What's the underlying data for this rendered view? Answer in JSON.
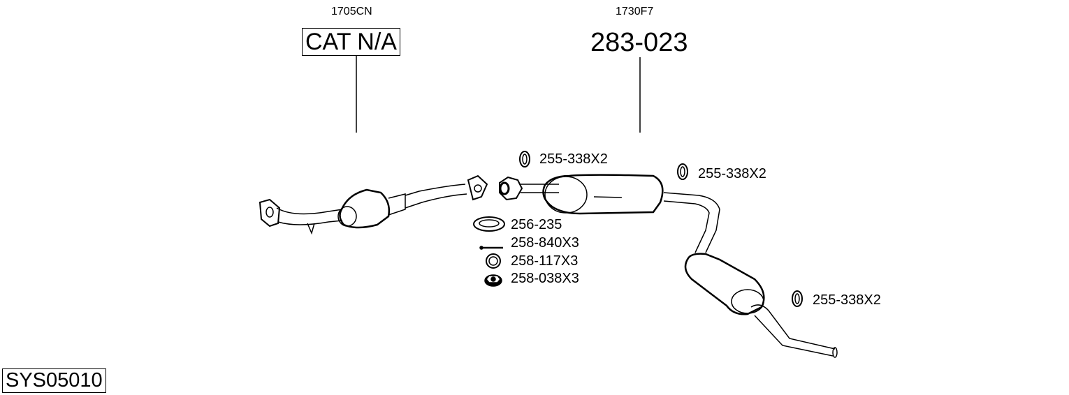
{
  "diagram_id": "SYS05010",
  "assemblies": [
    {
      "ref": "1705CN",
      "part": "CAT N/A"
    },
    {
      "ref": "1730F7",
      "part": "283-023"
    }
  ],
  "fittings": [
    {
      "icon": "hanger-ring-icon",
      "label": "255-338X2"
    },
    {
      "icon": "hanger-ring-icon",
      "label": "255-338X2"
    },
    {
      "icon": "gasket-icon",
      "label": "256-235"
    },
    {
      "icon": "bolt-icon",
      "label": "258-840X3"
    },
    {
      "icon": "washer-icon",
      "label": "258-117X3"
    },
    {
      "icon": "nut-icon",
      "label": "258-038X3"
    },
    {
      "icon": "hanger-ring-icon",
      "label": "255-338X2"
    }
  ]
}
